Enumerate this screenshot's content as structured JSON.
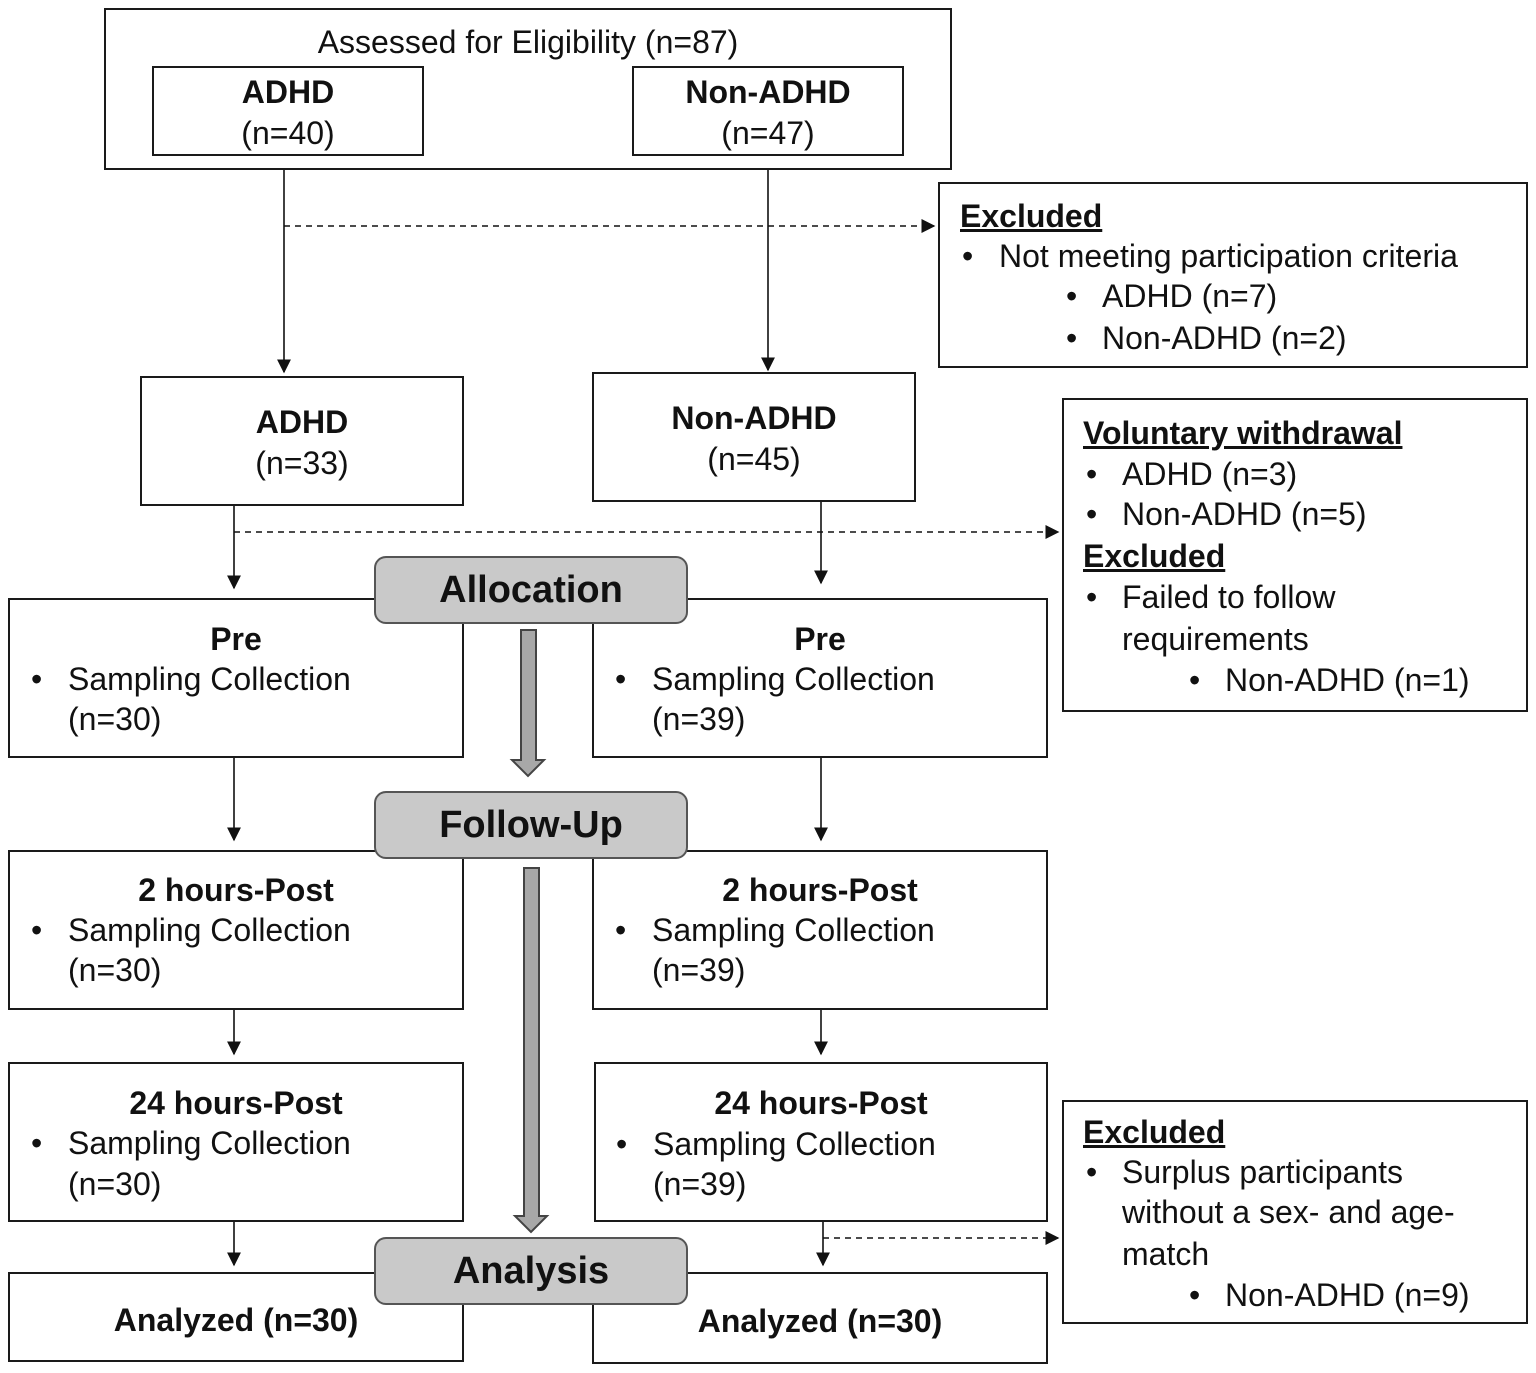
{
  "assessed": {
    "title": "Assessed for Eligibility (n=87)",
    "adhd": {
      "label": "ADHD",
      "n": "(n=40)"
    },
    "non_adhd": {
      "label": "Non-ADHD",
      "n": "(n=47)"
    }
  },
  "excluded_1": {
    "heading": "Excluded",
    "bullet": "Not meeting participation criteria",
    "sub": [
      "ADHD (n=7)",
      "Non-ADHD (n=2)"
    ]
  },
  "enrolled": {
    "adhd": {
      "label": "ADHD",
      "n": "(n=33)"
    },
    "non_adhd": {
      "label": "Non-ADHD",
      "n": "(n=45)"
    }
  },
  "withdrawal": {
    "heading": "Voluntary withdrawal",
    "items": [
      "ADHD (n=3)",
      "Non-ADHD (n=5)"
    ],
    "excluded_heading": "Excluded",
    "excluded_bullet_line1": "Failed to follow",
    "excluded_bullet_line2": "requirements",
    "excluded_sub": "Non-ADHD (n=1)"
  },
  "stages": {
    "allocation": "Allocation",
    "follow_up": "Follow-Up",
    "analysis": "Analysis"
  },
  "bullet_char": "•",
  "pre": {
    "title": "Pre",
    "item": "Sampling Collection",
    "adhd_n": "(n=30)",
    "non_adhd_n": "(n=39)"
  },
  "post2": {
    "title": "2 hours-Post",
    "item": "Sampling Collection",
    "adhd_n": "(n=30)",
    "non_adhd_n": "(n=39)"
  },
  "post24": {
    "title": "24 hours-Post",
    "item": "Sampling Collection",
    "adhd_n": "(n=30)",
    "non_adhd_n": "(n=39)"
  },
  "excluded_3": {
    "heading": "Excluded",
    "bullet_lines": [
      "Surplus participants",
      "without a sex- and age-",
      "match"
    ],
    "sub": "Non-ADHD (n=9)"
  },
  "analyzed": {
    "adhd": "Analyzed (n=30)",
    "non_adhd": "Analyzed (n=30)"
  },
  "colors": {
    "stage_fill": "#c9c9c9",
    "stage_border": "#555555",
    "box_border": "#1a1a1a",
    "arrow_gray": "#a8a8a8"
  }
}
